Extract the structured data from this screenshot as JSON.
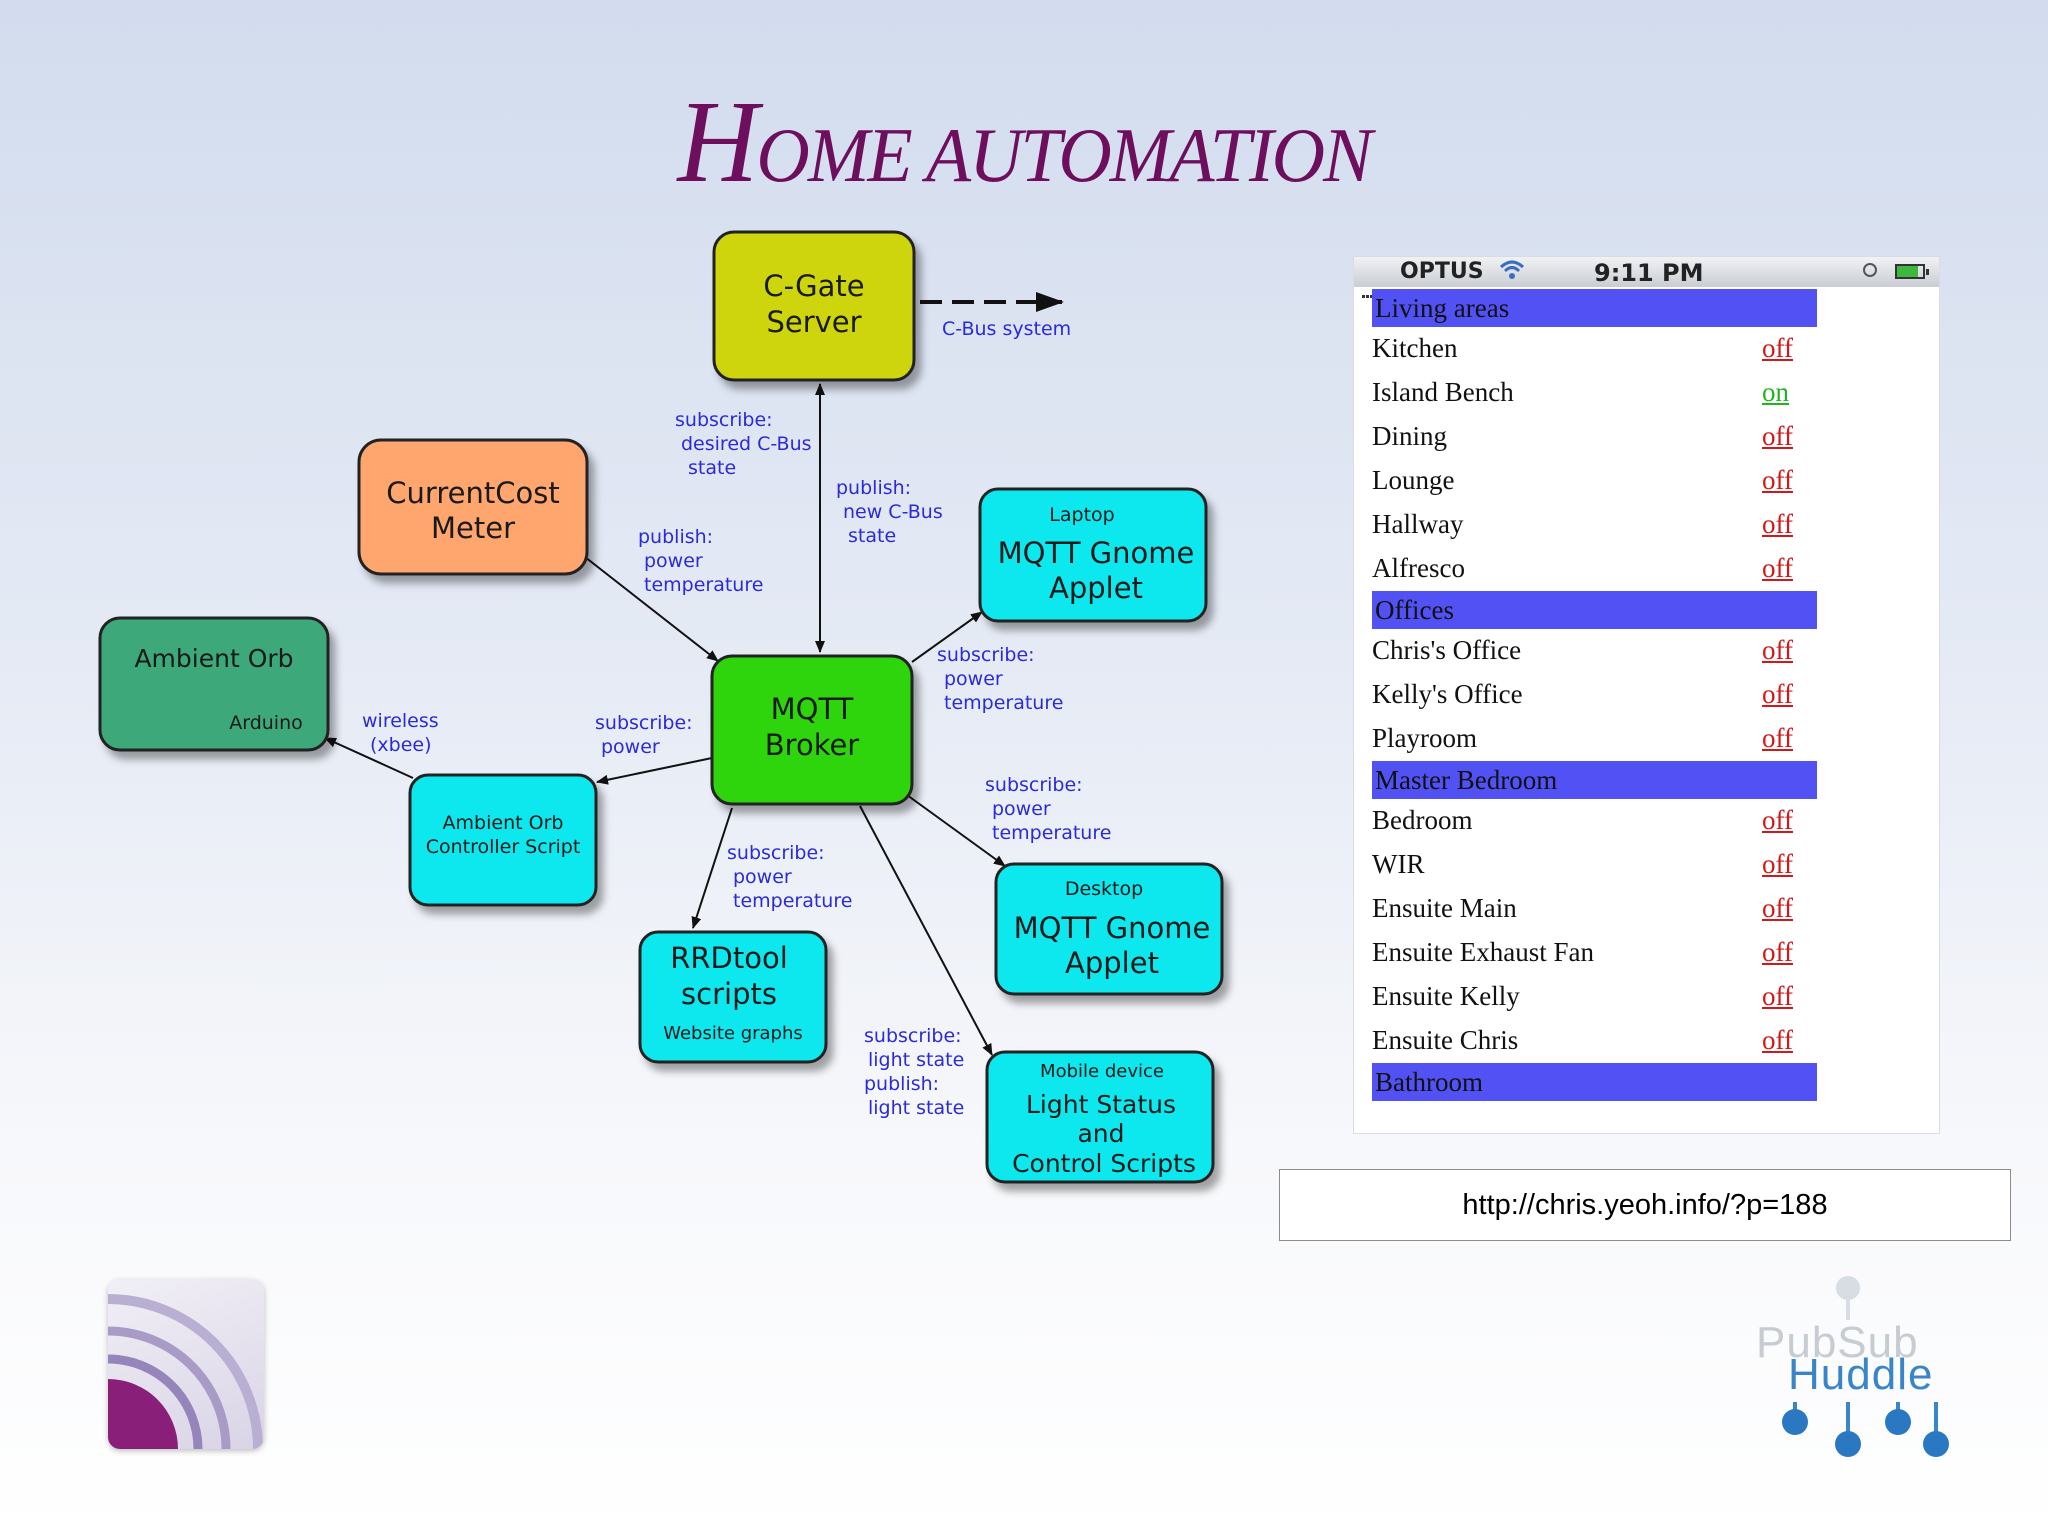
{
  "slide": {
    "title_lead": "H",
    "title_rest": "OME AUTOMATION"
  },
  "diagram": {
    "nodes": {
      "cgate": {
        "line1": "C-Gate",
        "line2": "Server"
      },
      "currentcost": {
        "line1": "CurrentCost",
        "line2": "Meter"
      },
      "ambient_orb": {
        "title": "Ambient Orb",
        "subtitle": "Arduino"
      },
      "mqtt_broker": {
        "line1": "MQTT",
        "line2": "Broker"
      },
      "laptop": {
        "caption": "Laptop",
        "line1": "MQTT Gnome",
        "line2": "Applet"
      },
      "orb_script": {
        "line1": "Ambient Orb",
        "line2": "Controller Script"
      },
      "rrdtool": {
        "line1": "RRDtool",
        "line2": "scripts",
        "caption": "Website graphs"
      },
      "desktop": {
        "caption": "Desktop",
        "line1": "MQTT Gnome",
        "line2": "Applet"
      },
      "mobile": {
        "caption": "Mobile device",
        "line1": "Light Status",
        "line2": "and",
        "line3": "Control Scripts"
      }
    },
    "edge_labels": {
      "cbus_system": "C-Bus system",
      "cgate_subscribe": [
        "subscribe:",
        "desired C-Bus",
        "state"
      ],
      "cgate_publish": [
        "publish:",
        "new C-Bus",
        "state"
      ],
      "currentcost_publish": [
        "publish:",
        "power",
        "temperature"
      ],
      "laptop_subscribe": [
        "subscribe:",
        "power",
        "temperature"
      ],
      "wireless": [
        "wireless",
        "(xbee)"
      ],
      "orb_subscribe": [
        "subscribe:",
        "power"
      ],
      "desktop_subscribe": [
        "subscribe:",
        "power",
        "temperature"
      ],
      "rrd_subscribe": [
        "subscribe:",
        "power",
        "temperature"
      ],
      "mobile_pubsub": [
        "subscribe:",
        "light state",
        "publish:",
        "light state"
      ]
    },
    "colors": {
      "cgate": "#cfd50a",
      "currentcost": "#ffa66e",
      "ambient_orb": "#3da87a",
      "broker": "#2ed50c",
      "cyan": "#0fe8ee",
      "label": "#2b2bd6"
    }
  },
  "phone": {
    "status": {
      "carrier": "OPTUS",
      "time": "9:11 PM"
    },
    "sections": [
      {
        "title": "Living areas",
        "rows": [
          {
            "name": "Kitchen",
            "state": "off"
          },
          {
            "name": "Island Bench",
            "state": "on"
          },
          {
            "name": "Dining",
            "state": "off"
          },
          {
            "name": "Lounge",
            "state": "off"
          },
          {
            "name": "Hallway",
            "state": "off"
          },
          {
            "name": "Alfresco",
            "state": "off"
          }
        ]
      },
      {
        "title": "Offices",
        "rows": [
          {
            "name": "Chris's Office",
            "state": "off"
          },
          {
            "name": "Kelly's Office",
            "state": "off"
          },
          {
            "name": "Playroom",
            "state": "off"
          }
        ]
      },
      {
        "title": "Master Bedroom",
        "rows": [
          {
            "name": "Bedroom",
            "state": "off"
          },
          {
            "name": "WIR",
            "state": "off"
          },
          {
            "name": "Ensuite Main",
            "state": "off"
          },
          {
            "name": "Ensuite Exhaust Fan",
            "state": "off"
          },
          {
            "name": "Ensuite Kelly",
            "state": "off"
          },
          {
            "name": "Ensuite Chris",
            "state": "off"
          }
        ]
      },
      {
        "title": "Bathroom",
        "rows": []
      }
    ]
  },
  "url": "http://chris.yeoh.info/?p=188",
  "logo_right": {
    "line1": "PubSub",
    "line2": "Huddle"
  }
}
